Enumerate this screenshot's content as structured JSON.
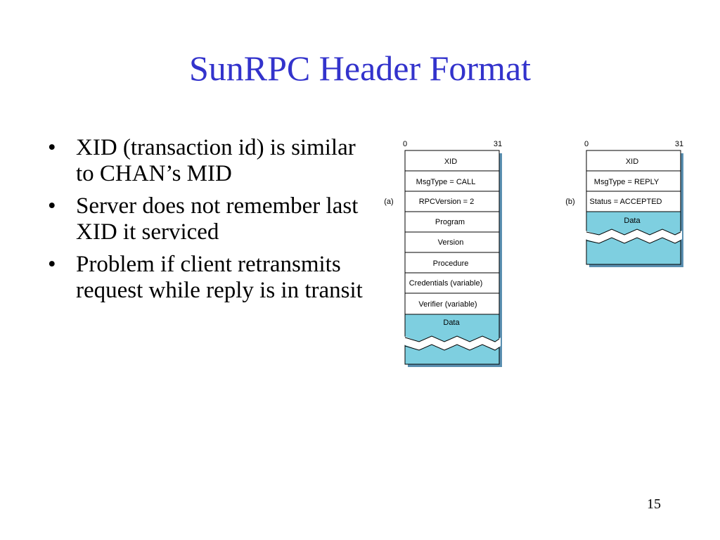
{
  "slide": {
    "title": "SunRPC Header Format",
    "page_number": "15",
    "bullets": [
      "XID (transaction id) is similar to CHAN’s MID",
      "Server does not remember last XID it serviced",
      "Problem if client retransmits request while reply is in transit"
    ]
  },
  "colors": {
    "title": "#3333cc",
    "data_fill": "#7ecfe0",
    "shadow": "#5a8fb0"
  },
  "diagram_call": {
    "label": "(a)",
    "bit_start": "0",
    "bit_end": "31",
    "fields": [
      "XID",
      "MsgType = CALL",
      "RPCVersion = 2",
      "Program",
      "Version",
      "Procedure",
      "Credentials (variable)",
      "Verifier (variable)"
    ],
    "data_label": "Data"
  },
  "diagram_reply": {
    "label": "(b)",
    "bit_start": "0",
    "bit_end": "31",
    "fields": [
      "XID",
      "MsgType = REPLY",
      "Status = ACCEPTED"
    ],
    "data_label": "Data"
  }
}
